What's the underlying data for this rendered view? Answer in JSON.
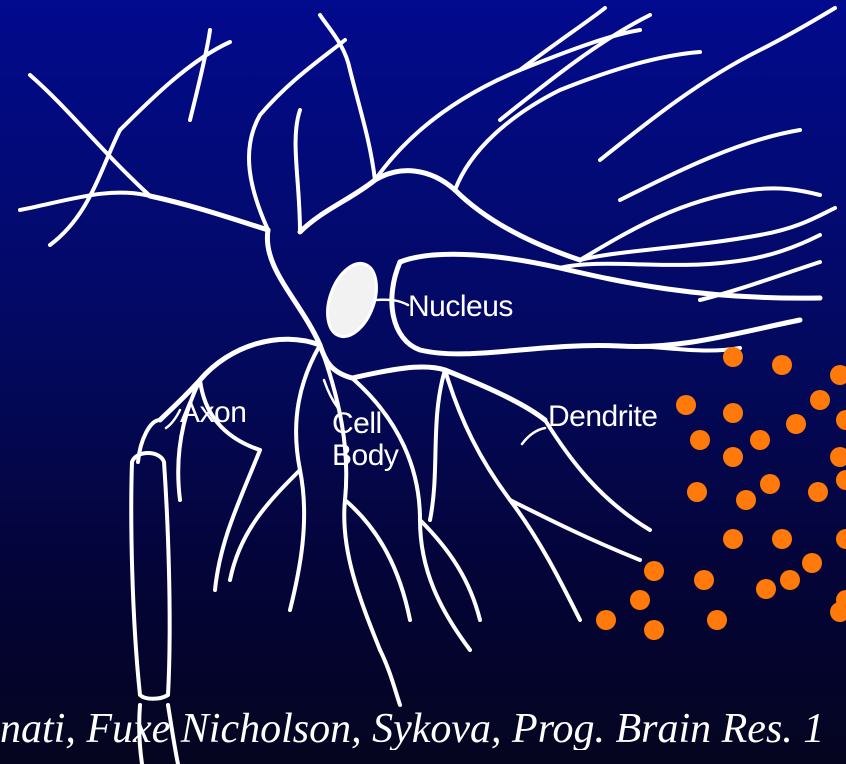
{
  "labels": {
    "nucleus": "Nucleus",
    "axon": "Axon",
    "cell": "Cell",
    "body": "Body",
    "dendrite": "Dendrite"
  },
  "citation": "nati, Fuxe Nicholson, Sykova, Prog. Brain Res. 1",
  "colors": {
    "background_top": "#020a8e",
    "background_bottom": "#050520",
    "drawing": "#ffffff",
    "particles": "#ff7a0a"
  },
  "particles": {
    "count": 31
  }
}
